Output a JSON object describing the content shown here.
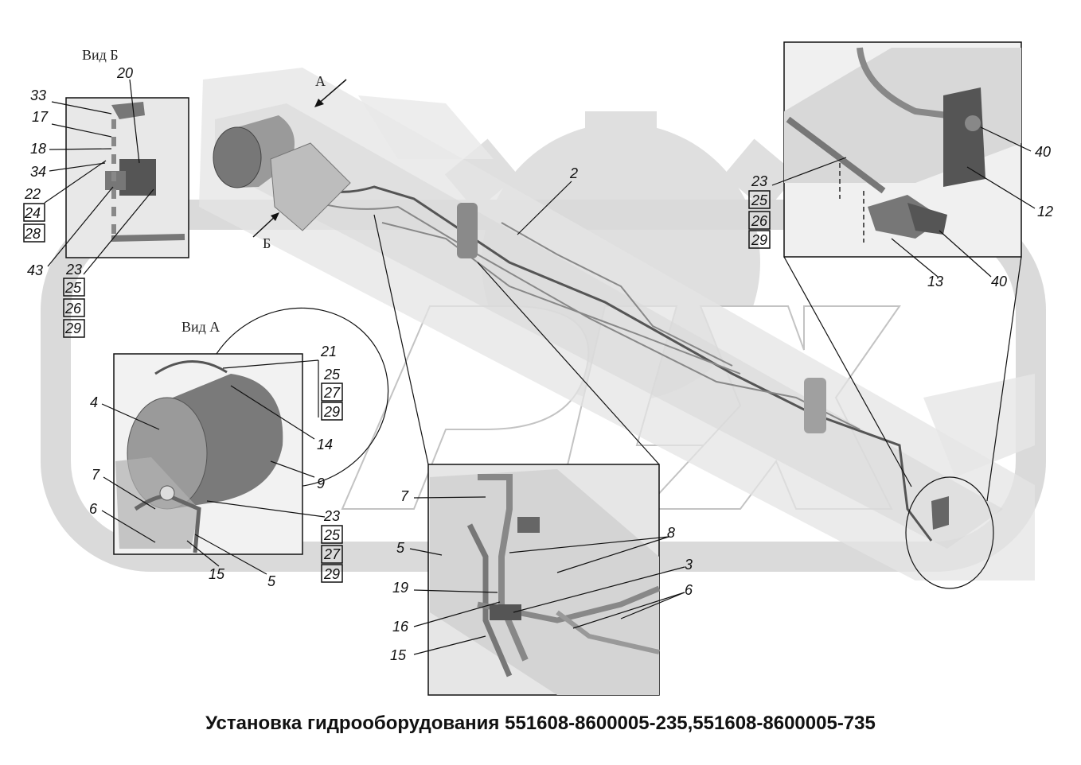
{
  "caption": "Установка гидрооборудования 551608-8600005-235,551608-8600005-735",
  "watermark": "PLX",
  "views": {
    "view_b": "Вид Б",
    "view_a": "Вид А",
    "arrow_a": "А",
    "arrow_b": "Б"
  },
  "labels": {
    "n2": "2",
    "n3": "3",
    "n4": "4",
    "n5a": "5",
    "n5b": "5",
    "n6a": "6",
    "n6b": "6",
    "n7a": "7",
    "n7b": "7",
    "n8": "8",
    "n9": "9",
    "n12": "12",
    "n13": "13",
    "n14": "14",
    "n15a": "15",
    "n15b": "15",
    "n16": "16",
    "n17": "17",
    "n18": "18",
    "n19": "19",
    "n20": "20",
    "n21": "21",
    "n22": "22",
    "n23a": "23",
    "n23b": "23",
    "n23c": "23",
    "n24": "24",
    "n25a": "25",
    "n25b": "25",
    "n25c": "25",
    "n25d": "25",
    "n26a": "26",
    "n26b": "26",
    "n27a": "27",
    "n27b": "27",
    "n28": "28",
    "n29a": "29",
    "n29b": "29",
    "n29c": "29",
    "n29d": "29",
    "n33": "33",
    "n34": "34",
    "n40a": "40",
    "n40b": "40",
    "n43": "43"
  },
  "colors": {
    "ink": "#111111",
    "watermark": "#d4d4d4",
    "frame": "#e2e2e2",
    "panel": "#ececec"
  }
}
